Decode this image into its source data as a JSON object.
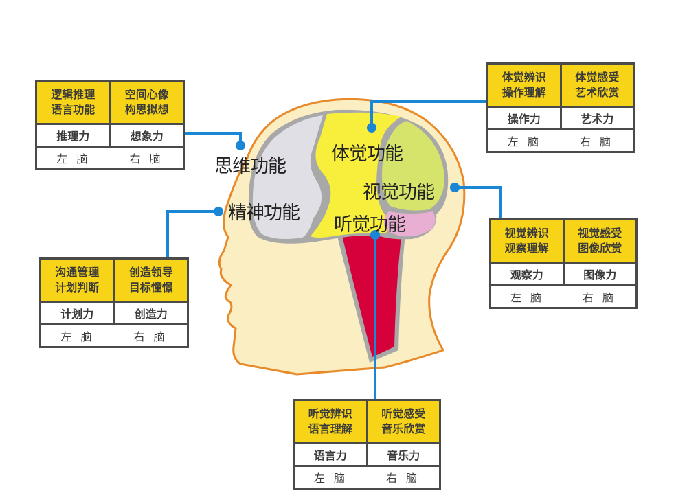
{
  "diagram": {
    "type": "head-brain-function-map",
    "colors": {
      "connector": "#1a86d6",
      "head_fill": "#fbeec3",
      "head_outline": "#e98a2a",
      "thinking_region": "#e1dfe6",
      "somatosensory_region": "#f7ef3c",
      "visual_region": "#d6e46b",
      "auditory_region": "#e8afd2",
      "brainstem": "#d6003a",
      "region_border": "#a8a8a8",
      "table_header": "#f7d417",
      "table_border": "#4a4a4a"
    },
    "regions": [
      {
        "id": "thinking",
        "label": "思维功能"
      },
      {
        "id": "mental",
        "label": "精神功能"
      },
      {
        "id": "somatosensory",
        "label": "体觉功能"
      },
      {
        "id": "visual",
        "label": "视觉功能"
      },
      {
        "id": "auditory",
        "label": "听觉功能"
      }
    ]
  },
  "tables": {
    "thinking": {
      "left_top_line1": "逻辑推理",
      "left_top_line2": "语言功能",
      "right_top_line1": "空间心像",
      "right_top_line2": "构思拟想",
      "left_ability": "推理力",
      "right_ability": "想象力",
      "left_brain": "左 脑",
      "right_brain": "右 脑"
    },
    "mental": {
      "left_top_line1": "沟通管理",
      "left_top_line2": "计划判断",
      "right_top_line1": "创造领导",
      "right_top_line2": "目标憧憬",
      "left_ability": "计划力",
      "right_ability": "创造力",
      "left_brain": "左 脑",
      "right_brain": "右 脑"
    },
    "somatosensory": {
      "left_top_line1": "体觉辨识",
      "left_top_line2": "操作理解",
      "right_top_line1": "体觉感受",
      "right_top_line2": "艺术欣赏",
      "left_ability": "操作力",
      "right_ability": "艺术力",
      "left_brain": "左 脑",
      "right_brain": "右 脑"
    },
    "visual": {
      "left_top_line1": "视觉辨识",
      "left_top_line2": "观察理解",
      "right_top_line1": "视觉感受",
      "right_top_line2": "图像欣赏",
      "left_ability": "观察力",
      "right_ability": "图像力",
      "left_brain": "左 脑",
      "right_brain": "右 脑"
    },
    "auditory": {
      "left_top_line1": "听觉辨识",
      "left_top_line2": "语言理解",
      "right_top_line1": "听觉感受",
      "right_top_line2": "音乐欣赏",
      "left_ability": "语言力",
      "right_ability": "音乐力",
      "left_brain": "左 脑",
      "right_brain": "右 脑"
    }
  }
}
